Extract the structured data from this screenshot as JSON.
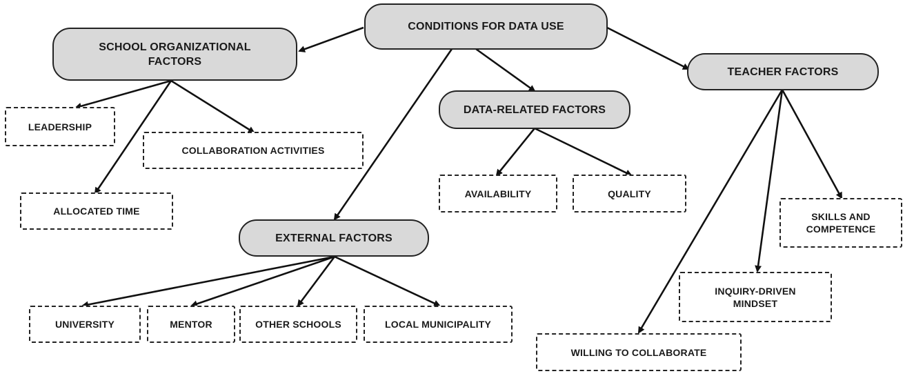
{
  "diagram": {
    "root": "CONDITIONS FOR DATA USE",
    "categories": {
      "school_organizational": "SCHOOL ORGANIZATIONAL\nFACTORS",
      "data_related": "DATA-RELATED FACTORS",
      "teacher": "TEACHER FACTORS",
      "external": "EXTERNAL FACTORS"
    },
    "school_organizational_items": [
      "LEADERSHIP",
      "COLLABORATION ACTIVITIES",
      "ALLOCATED TIME"
    ],
    "data_related_items": [
      "AVAILABILITY",
      "QUALITY"
    ],
    "teacher_items": [
      "SKILLS AND\nCOMPETENCE",
      "INQUIRY-DRIVEN\nMINDSET",
      "WILLING TO COLLABORATE"
    ],
    "external_items": [
      "UNIVERSITY",
      "MENTOR",
      "OTHER SCHOOLS",
      "LOCAL MUNICIPALITY"
    ],
    "colors": {
      "category_fill": "#d9d9d9",
      "leaf_fill": "#ffffff",
      "stroke": "#222222"
    }
  }
}
